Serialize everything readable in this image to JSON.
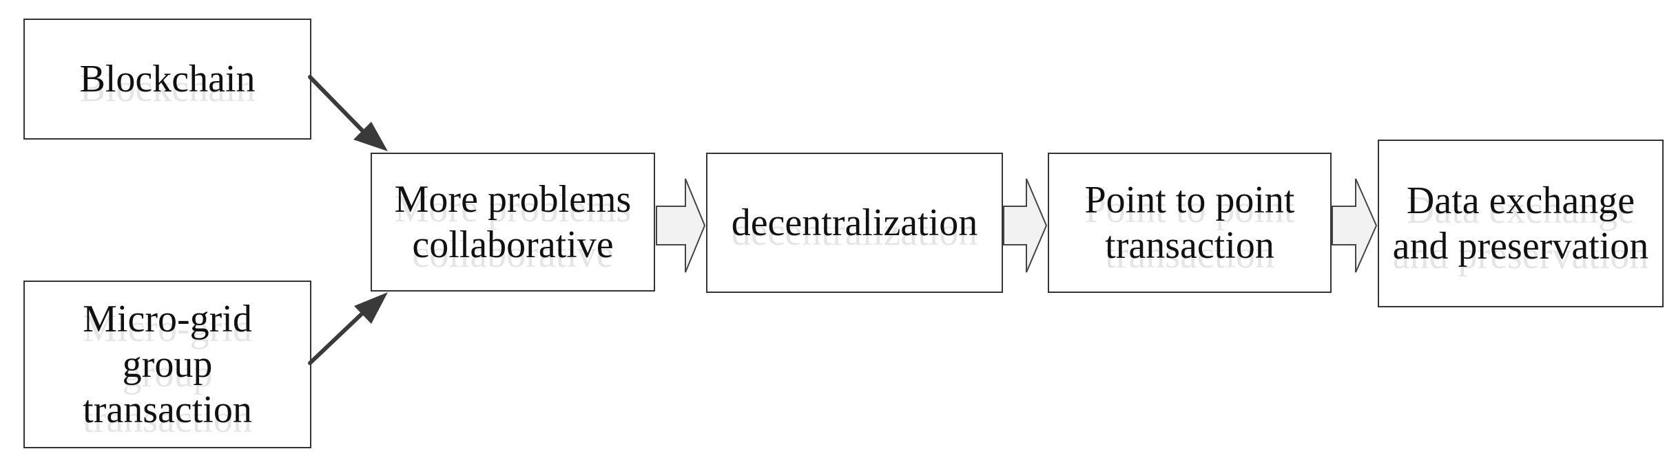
{
  "diagram": {
    "nodes": [
      {
        "id": "blockchain",
        "label": "Blockchain"
      },
      {
        "id": "microgrid",
        "label": "Micro-grid\ngroup\ntransaction"
      },
      {
        "id": "more_problems",
        "label": "More problems\ncollaborative"
      },
      {
        "id": "decentralization",
        "label": "decentralization"
      },
      {
        "id": "point_to_point",
        "label": "Point to point\ntransaction"
      },
      {
        "id": "data_exchange",
        "label": "Data exchange\nand preservation"
      }
    ],
    "edges": [
      {
        "from": "blockchain",
        "to": "more_problems",
        "style": "line-arrow"
      },
      {
        "from": "microgrid",
        "to": "more_problems",
        "style": "line-arrow"
      },
      {
        "from": "more_problems",
        "to": "decentralization",
        "style": "block-arrow"
      },
      {
        "from": "decentralization",
        "to": "point_to_point",
        "style": "block-arrow"
      },
      {
        "from": "point_to_point",
        "to": "data_exchange",
        "style": "block-arrow"
      }
    ],
    "colors": {
      "border": "#333333",
      "arrow_line": "#3a3a3a",
      "block_arrow_fill": "#f2f2f2",
      "block_arrow_stroke": "#444444"
    }
  }
}
